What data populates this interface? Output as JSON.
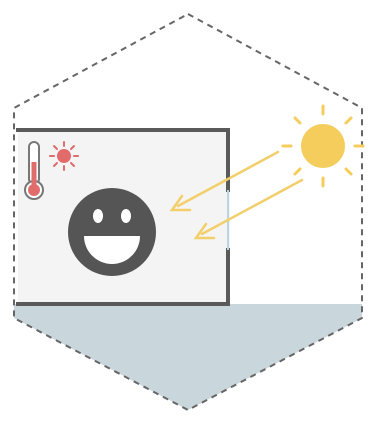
{
  "illustration": {
    "subject": "passive-solar-heating",
    "icons": [
      "hexagon-frame",
      "floor-ground",
      "room",
      "thermometer-icon",
      "heat-sun-icon",
      "happy-face-icon",
      "sun-icon",
      "sun-ray-arrows"
    ]
  },
  "colors": {
    "frame_stroke": "#666666",
    "ground_fill": "#c9d6dc",
    "room_fill": "#f4f4f4",
    "wall_stroke": "#5a5a5a",
    "window_stroke": "#bcd3e0",
    "face_fill": "#555555",
    "face_features": "#ffffff",
    "thermometer_red": "#e06c6c",
    "heat_sun_red": "#e26b6b",
    "sun_yellow": "#f4cd5c",
    "ray_yellow": "#f2cf6a"
  }
}
